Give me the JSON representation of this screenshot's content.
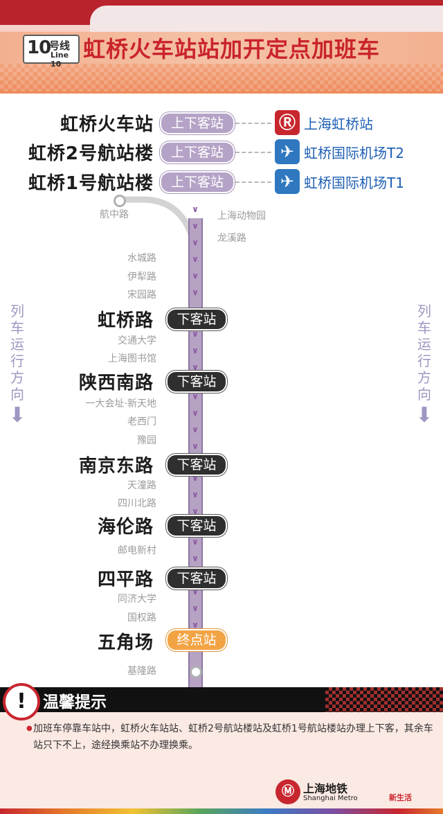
{
  "header": {
    "line_number": "10",
    "line_hanzi": "号线",
    "line_en": "Line 10",
    "title": "虹桥火车站站加开定点加班车"
  },
  "direction_label": "列车运行方向",
  "boarding_stations": [
    {
      "name": "虹桥火车站",
      "pill": "上下客站",
      "transfer_name": "上海虹桥站",
      "transfer_icon": "railway-station-icon"
    },
    {
      "name": "虹桥2号航站楼",
      "pill": "上下客站",
      "transfer_name": "虹桥国际机场T2",
      "transfer_icon": "airplane-icon"
    },
    {
      "name": "虹桥1号航站楼",
      "pill": "上下客站",
      "transfer_name": "虹桥国际机场T1",
      "transfer_icon": "airplane-icon"
    }
  ],
  "branch_station": "航中路",
  "minor_right": [
    "上海动物园",
    "龙溪路"
  ],
  "minor_1": [
    "水城路",
    "伊犁路",
    "宋园路"
  ],
  "major": [
    {
      "name": "虹桥路",
      "pill": "下客站"
    },
    {
      "name": "陕西南路",
      "pill": "下客站"
    },
    {
      "name": "南京东路",
      "pill": "下客站"
    },
    {
      "name": "海伦路",
      "pill": "下客站"
    },
    {
      "name": "四平路",
      "pill": "下客站"
    },
    {
      "name": "五角场",
      "pill": "终点站"
    }
  ],
  "minor_2": [
    "交通大学",
    "上海图书馆"
  ],
  "minor_3": [
    "一大会址·新天地",
    "老西门",
    "豫园"
  ],
  "minor_4": [
    "天潼路",
    "四川北路"
  ],
  "minor_5": [
    "邮电新村"
  ],
  "minor_6": [
    "同济大学",
    "国权路"
  ],
  "minor_end": "基隆路",
  "notice": {
    "title": "温馨提示",
    "text": "加班车停靠车站中，虹桥火车站站、虹桥2号航站楼站及虹桥1号航站楼站办理上下客，其余车站只下不上，途经换乘站不办理换乘。"
  },
  "footer": {
    "brand": "上海地铁",
    "brand_en": "Shanghai Metro",
    "slogan": "新生活"
  },
  "colors": {
    "title_red": "#c9232c",
    "track_purple": "#b6a3c4",
    "board_pill": "#b5a3c7",
    "alight_pill": "#2f2f2f",
    "terminal_pill": "#f2a444",
    "transfer_blue": "#1e5fb3"
  }
}
